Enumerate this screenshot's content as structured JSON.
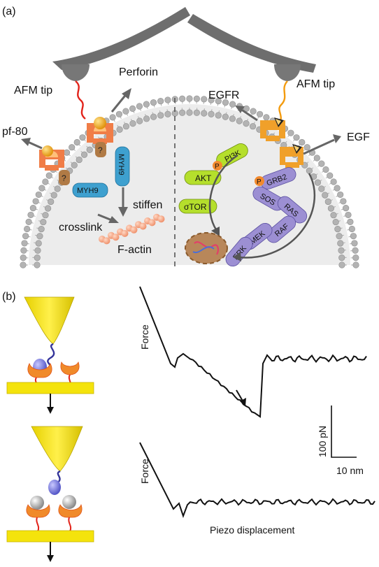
{
  "panel_a": {
    "label": "(a)",
    "afm_tip_left": "AFM tip",
    "afm_tip_right": "AFM tip",
    "perforin": "Perforin",
    "pf80": "pf-80",
    "unknown_1": "?",
    "unknown_2": "?",
    "myh9_1": "MYH9",
    "myh9_2": "MYH9",
    "stiffen": "stiffen",
    "crosslink": "crosslink",
    "factin": "F-actin",
    "egfr": "EGFR",
    "egf": "EGF",
    "pi3k": "PI3K",
    "akt": "AKT",
    "mtor": "σTOR",
    "grb2": "GRB2",
    "sos": "SOS",
    "ras": "RAS",
    "raf": "RAF",
    "mek": "MEK",
    "erk": "ERK",
    "phospho": "P"
  },
  "panel_b": {
    "label": "(b)",
    "force_top": "Force",
    "force_bottom": "Force",
    "scale_y": "100 pN",
    "scale_x": "10 nm",
    "xlabel": "Piezo displacement"
  },
  "colors": {
    "cell_fill": "#eaeaea",
    "lipid_head": "#b3b3b3",
    "receptor": "#f07d47",
    "receptor_orange": "#f0a02a",
    "myh9": "#3ea0cf",
    "unknown": "#b07a45",
    "pi3k_green": "#b5df2c",
    "kinase_purple": "#9c8fd3",
    "nucleus": "#b8875a",
    "actin": "#f3a98a",
    "tip_yellow": "#f4e30c",
    "tip_gray": "#777777"
  }
}
